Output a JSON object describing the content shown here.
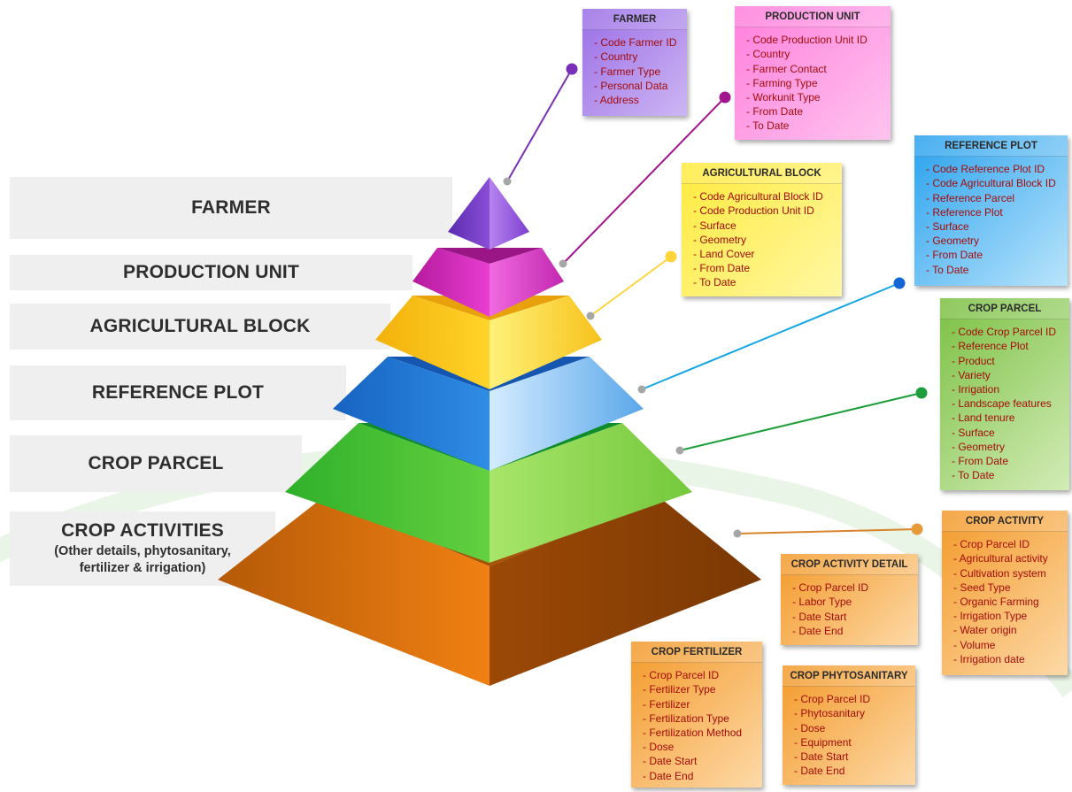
{
  "levels": [
    {
      "title": "FARMER"
    },
    {
      "title": "PRODUCTION UNIT"
    },
    {
      "title": "AGRICULTURAL BLOCK"
    },
    {
      "title": "REFERENCE PLOT"
    },
    {
      "title": "CROP PARCEL"
    },
    {
      "title": "CROP ACTIVITIES",
      "subtitle": "(Other details, phytosanitary, fertilizer & irrigation)"
    }
  ],
  "cards": {
    "farmer": {
      "title": "FARMER",
      "items": [
        "Code Farmer ID",
        "Country",
        "Farmer Type",
        "Personal Data",
        "Address"
      ]
    },
    "production_unit": {
      "title": "PRODUCTION UNIT",
      "items": [
        "Code Production Unit ID",
        "Country",
        "Farmer Contact",
        "Farming Type",
        "Workunit Type",
        "From Date",
        "To Date"
      ]
    },
    "agricultural_block": {
      "title": "AGRICULTURAL BLOCK",
      "items": [
        "Code Agricultural Block ID",
        "Code Production Unit ID",
        "Surface",
        "Geometry",
        "Land Cover",
        "From Date",
        "To Date"
      ]
    },
    "reference_plot": {
      "title": "REFERENCE PLOT",
      "items": [
        "Code Reference Plot ID",
        "Code Agricultural Block ID",
        "Reference Parcel",
        "Reference Plot",
        "Surface",
        "Geometry",
        "From Date",
        "To Date"
      ]
    },
    "crop_parcel": {
      "title": "CROP PARCEL",
      "items": [
        "Code Crop Parcel ID",
        "Reference Plot",
        "Product",
        "Variety",
        "Irrigation",
        "Landscape features",
        "Land tenure",
        "Surface",
        "Geometry",
        "From Date",
        "To Date"
      ]
    },
    "crop_activity": {
      "title": "CROP ACTIVITY",
      "items": [
        "Crop Parcel ID",
        "Agricultural activity",
        "Cultivation system",
        "Seed Type",
        "Organic Farming",
        "Irrigation Type",
        "Water origin",
        "Volume",
        "Irrigation date"
      ]
    },
    "crop_activity_detail": {
      "title": "CROP ACTIVITY DETAIL",
      "items": [
        "Crop Parcel ID",
        "Labor Type",
        "Date Start",
        "Date End"
      ]
    },
    "crop_fertilizer": {
      "title": "CROP FERTILIZER",
      "items": [
        "Crop Parcel ID",
        "Fertilizer Type",
        "Fertilizer",
        "Fertilization Type",
        "Fertilization Method",
        "Dose",
        "Date Start",
        "Date End"
      ]
    },
    "crop_phytosanitary": {
      "title": "CROP PHYTOSANITARY",
      "items": [
        "Crop Parcel ID",
        "Phytosanitary",
        "Dose",
        "Equipment",
        "Date Start",
        "Date End"
      ]
    }
  },
  "colors": {
    "farmer": "#9b59d6",
    "production_unit": "#e040c8",
    "agricultural_block": "#ffd21f",
    "reference_plot": "#1e7fd8",
    "crop_parcel": "#5ccf3a",
    "crop_activities": "#e8820c",
    "connector_gray": "#a6a6a6"
  }
}
